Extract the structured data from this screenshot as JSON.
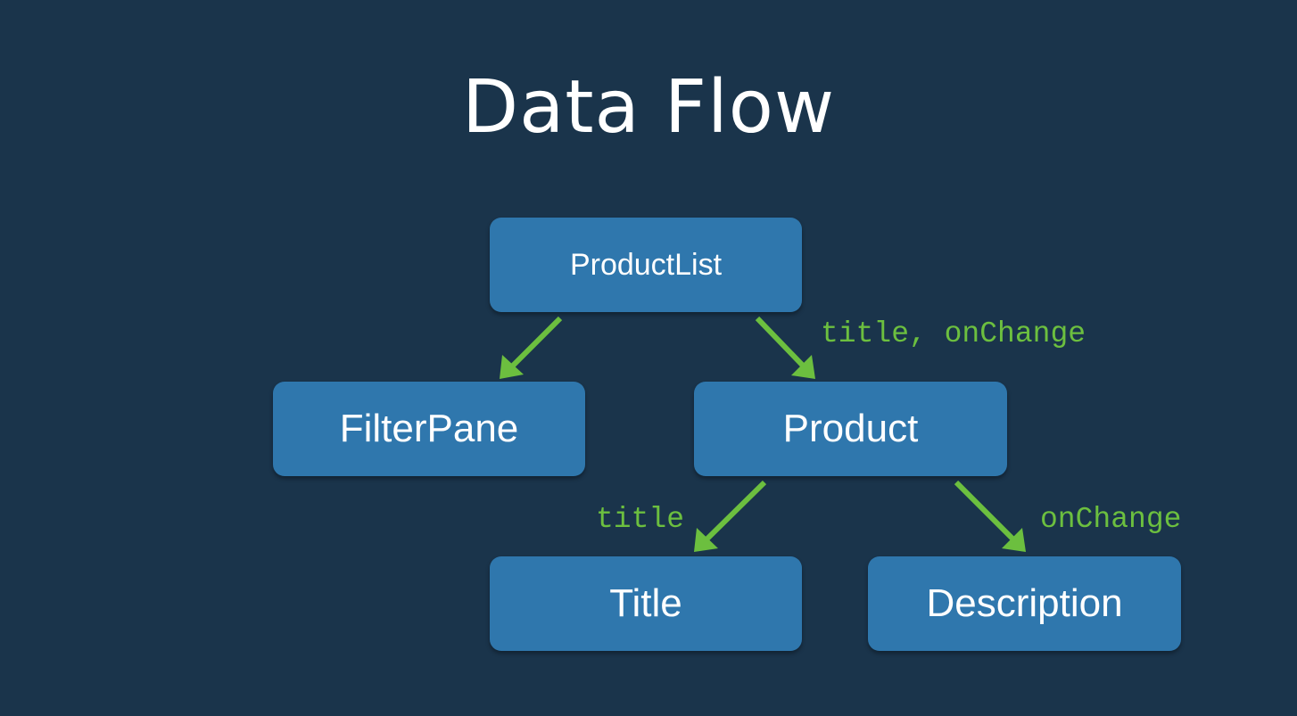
{
  "slide": {
    "title": "Data Flow",
    "background_color": "#1a344b",
    "node_color": "#2f77ad",
    "arrow_color": "#6cbf3f"
  },
  "nodes": {
    "product_list": "ProductList",
    "filter_pane": "FilterPane",
    "product": "Product",
    "title": "Title",
    "description": "Description"
  },
  "edges": {
    "productlist_to_filterpane": {
      "label": ""
    },
    "productlist_to_product": {
      "label": "title, onChange"
    },
    "product_to_title": {
      "label": "title"
    },
    "product_to_description": {
      "label": "onChange"
    }
  }
}
